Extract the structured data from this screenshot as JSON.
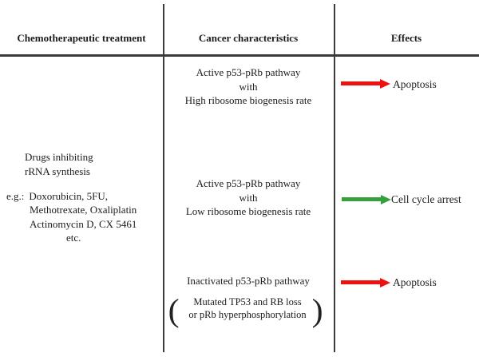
{
  "header": {
    "col1": "Chemotherapeutic treatment",
    "col2": "Cancer characteristics",
    "col3": "Effects"
  },
  "treatment": {
    "line1": "Drugs inhibiting",
    "line2": "rRNA synthesis",
    "examples_prefix": "e.g.:",
    "examples": [
      "Doxorubicin,  5FU,",
      "Methotrexate,  Oxaliplatin",
      "Actinomycin D,  CX 5461",
      "etc."
    ]
  },
  "rows": [
    {
      "characteristic": [
        "Active p53-pRb pathway",
        "with",
        "High ribosome biogenesis rate"
      ],
      "arrow_color": "#ee1111",
      "effect": "Apoptosis"
    },
    {
      "characteristic": [
        "Active p53-pRb pathway",
        "with",
        "Low ribosome biogenesis rate"
      ],
      "arrow_color": "#35a03c",
      "effect": "Cell cycle arrest"
    },
    {
      "characteristic": [
        "Inactivated p53-pRb pathway"
      ],
      "arrow_color": "#ee1111",
      "effect": "Apoptosis"
    }
  ],
  "bracket_note": {
    "open": "(",
    "close": ")",
    "line1": "Mutated TP53 and RB loss",
    "line2": "or pRb hyperphosphorylation"
  }
}
